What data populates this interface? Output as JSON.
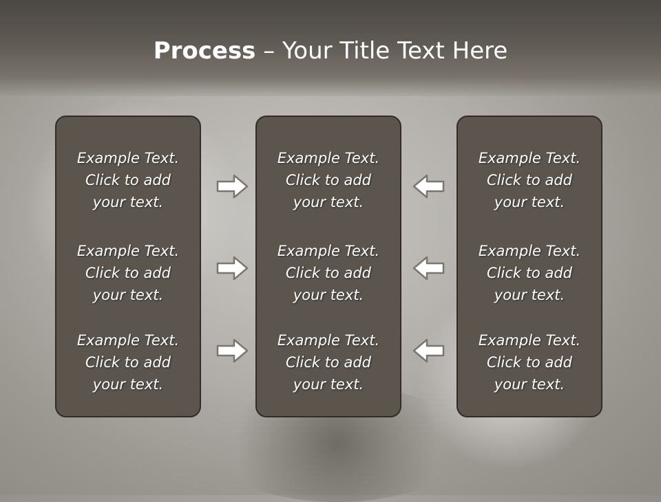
{
  "slide": {
    "title_bold": "Process",
    "title_rest": " – Your Title Text Here"
  },
  "columns": [
    {
      "blocks": [
        {
          "lines": [
            "Example Text.",
            "Click  to add",
            "your text."
          ]
        },
        {
          "lines": [
            "Example Text.",
            "Click  to add",
            "your text."
          ]
        },
        {
          "lines": [
            "Example Text.",
            "Click  to add",
            "your text."
          ]
        }
      ]
    },
    {
      "blocks": [
        {
          "lines": [
            "Example Text.",
            "Click  to add",
            "your text."
          ]
        },
        {
          "lines": [
            "Example Text.",
            "Click  to add",
            "your text."
          ]
        },
        {
          "lines": [
            "Example Text.",
            "Click  to add",
            "your text."
          ]
        }
      ]
    },
    {
      "blocks": [
        {
          "lines": [
            "Example Text.",
            "Click  to add",
            "your text."
          ]
        },
        {
          "lines": [
            "Example Text.",
            "Click  to add",
            "your text."
          ]
        },
        {
          "lines": [
            "Example Text.",
            "Click  to add",
            "your text."
          ]
        }
      ]
    }
  ],
  "arrows": {
    "left_group": "arrow-right-icon",
    "right_group": "arrow-left-icon"
  },
  "colors": {
    "panel": "#5b554e",
    "title_bar": "#5f5a54",
    "arrow_fill": "#ffffff",
    "arrow_stroke": "#7a756e"
  }
}
